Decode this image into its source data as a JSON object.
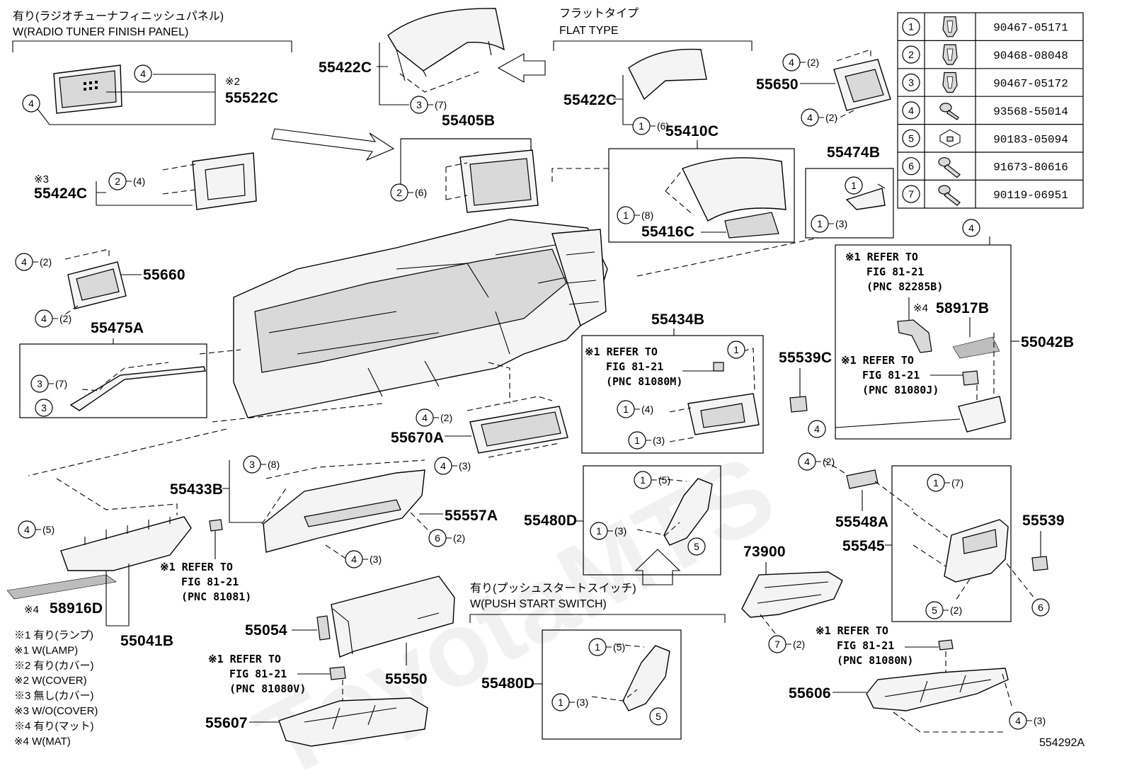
{
  "top_notes": {
    "radio_jp": "有り(ラジオチューナフィニッシュパネル)",
    "radio_en": "W(RADIO TUNER FINISH PANEL)",
    "flat_jp": "フラットタイプ",
    "flat_en": "FLAT TYPE",
    "push_jp": "有り(プッシュスタートスイッチ)",
    "push_en": "W(PUSH START SWITCH)"
  },
  "part_numbers": {
    "p55422C_a": "55422C",
    "p55422C_b": "55422C",
    "p55522C": "55522C",
    "p55522C_note": "※2",
    "p55405B": "55405B",
    "p55410C": "55410C",
    "p55416C": "55416C",
    "p55650": "55650",
    "p55474B": "55474B",
    "p55424C": "55424C",
    "p55424C_note": "※3",
    "p55660": "55660",
    "p55475A": "55475A",
    "p55434B": "55434B",
    "p55539C": "55539C",
    "p55042B": "55042B",
    "p58917B": "58917B",
    "p58917B_note": "※4",
    "p55670A": "55670A",
    "p55433B": "55433B",
    "p55557A": "55557A",
    "p55480D_a": "55480D",
    "p55480D_b": "55480D",
    "p55548A": "55548A",
    "p55539": "55539",
    "p55545": "55545",
    "p73900": "73900",
    "p58916D": "58916D",
    "p58916D_note": "※4",
    "p55041B": "55041B",
    "p55054": "55054",
    "p55550": "55550",
    "p55607": "55607",
    "p55606": "55606"
  },
  "refs": {
    "r1": [
      "※1 REFER TO",
      "FIG 81-21",
      "(PNC 82285B)"
    ],
    "r2": [
      "※1 REFER TO",
      "FIG 81-21",
      "(PNC 81080M)"
    ],
    "r3": [
      "※1 REFER TO",
      "FIG 81-21",
      "(PNC 81080J)"
    ],
    "r4": [
      "※1 REFER TO",
      "FIG 81-21",
      "(PNC 81081)"
    ],
    "r5": [
      "※1 REFER TO",
      "FIG 81-21",
      "(PNC 81080V)"
    ],
    "r6": [
      "※1 REFER TO",
      "FIG 81-21",
      "(PNC 81080N)"
    ]
  },
  "legend_notes": [
    "※1 有り(ランプ)",
    "※1 W(LAMP)",
    "※2 有り(カバー)",
    "※2 W(COVER)",
    "※3 無し(カバー)",
    "※3 W/O(COVER)",
    "※4 有り(マット)",
    "※4 W(MAT)"
  ],
  "fastener_table": [
    {
      "num": "1",
      "part": "90467-05171",
      "icon": "clip-icon"
    },
    {
      "num": "2",
      "part": "90468-08048",
      "icon": "clip-icon"
    },
    {
      "num": "3",
      "part": "90467-05172",
      "icon": "clip-icon"
    },
    {
      "num": "4",
      "part": "93568-55014",
      "icon": "screw-icon"
    },
    {
      "num": "5",
      "part": "90183-05094",
      "icon": "nut-icon"
    },
    {
      "num": "6",
      "part": "91673-80616",
      "icon": "bolt-icon"
    },
    {
      "num": "7",
      "part": "90119-06951",
      "icon": "bolt-icon"
    }
  ],
  "callouts": [
    {
      "n": "4",
      "q": ""
    },
    {
      "n": "4",
      "q": ""
    },
    {
      "n": "3",
      "q": "(7)"
    },
    {
      "n": "1",
      "q": "(6)"
    },
    {
      "n": "4",
      "q": "(2)"
    },
    {
      "n": "4",
      "q": "(2)"
    },
    {
      "n": "2",
      "q": "(4)"
    },
    {
      "n": "2",
      "q": "(6)"
    },
    {
      "n": "1",
      "q": "(8)"
    },
    {
      "n": "1",
      "q": ""
    },
    {
      "n": "1",
      "q": "(3)"
    },
    {
      "n": "4",
      "q": ""
    },
    {
      "n": "4",
      "q": "(2)"
    },
    {
      "n": "4",
      "q": "(2)"
    },
    {
      "n": "3",
      "q": "(7)"
    },
    {
      "n": "3",
      "q": ""
    },
    {
      "n": "1",
      "q": ""
    },
    {
      "n": "1",
      "q": "(4)"
    },
    {
      "n": "1",
      "q": "(3)"
    },
    {
      "n": "4",
      "q": "(2)"
    },
    {
      "n": "4",
      "q": "(3)"
    },
    {
      "n": "4",
      "q": ""
    },
    {
      "n": "3",
      "q": "(8)"
    },
    {
      "n": "4",
      "q": "(5)"
    },
    {
      "n": "6",
      "q": "(2)"
    },
    {
      "n": "4",
      "q": "(3)"
    },
    {
      "n": "1",
      "q": "(5)"
    },
    {
      "n": "1",
      "q": "(3)"
    },
    {
      "n": "5",
      "q": ""
    },
    {
      "n": "4",
      "q": "(2)"
    },
    {
      "n": "1",
      "q": "(7)"
    },
    {
      "n": "6",
      "q": ""
    },
    {
      "n": "5",
      "q": "(2)"
    },
    {
      "n": "7",
      "q": "(2)"
    },
    {
      "n": "1",
      "q": "(5)"
    },
    {
      "n": "1",
      "q": "(3)"
    },
    {
      "n": "5",
      "q": ""
    },
    {
      "n": "4",
      "q": "(3)"
    }
  ],
  "figure_id": "554292A",
  "watermark": "ToyotaMTS"
}
